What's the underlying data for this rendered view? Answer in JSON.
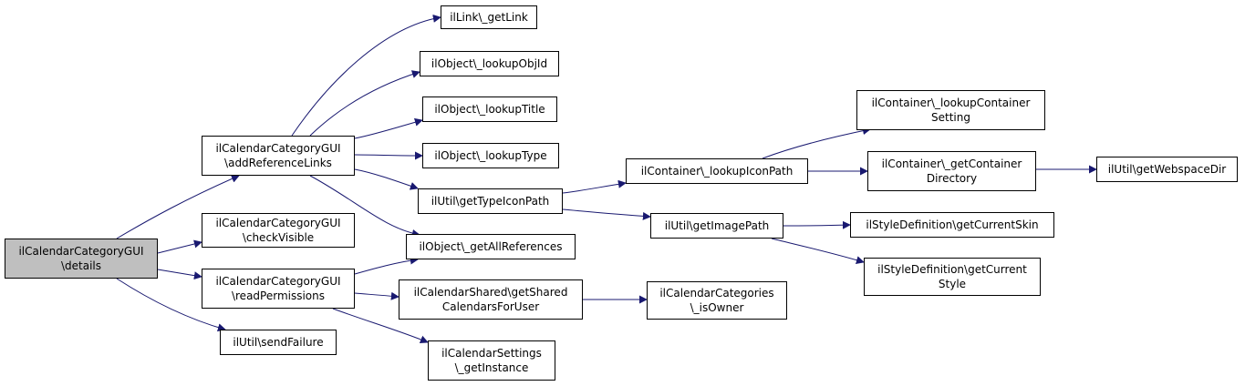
{
  "colors": {
    "edge": "#191970",
    "root_fill": "#bfbfbf",
    "node_fill": "#ffffff",
    "border": "#000000"
  },
  "nodes": {
    "root": [
      "ilCalendarCategoryGUI",
      "\\details"
    ],
    "addReferenceLinks": [
      "ilCalendarCategoryGUI",
      "\\addReferenceLinks"
    ],
    "checkVisible": [
      "ilCalendarCategoryGUI",
      "\\checkVisible"
    ],
    "readPermissions": [
      "ilCalendarCategoryGUI",
      "\\readPermissions"
    ],
    "sendFailure": [
      "ilUtil\\sendFailure"
    ],
    "getLink": [
      "ilLink\\_getLink"
    ],
    "lookupObjId": [
      "ilObject\\_lookupObjId"
    ],
    "lookupTitle": [
      "ilObject\\_lookupTitle"
    ],
    "lookupType": [
      "ilObject\\_lookupType"
    ],
    "getTypeIconPath": [
      "ilUtil\\getTypeIconPath"
    ],
    "getAllReferences": [
      "ilObject\\_getAllReferences"
    ],
    "getSharedCalendarsForUser": [
      "ilCalendarShared\\getShared",
      "CalendarsForUser"
    ],
    "getInstance": [
      "ilCalendarSettings",
      "\\_getInstance"
    ],
    "lookupIconPath": [
      "ilContainer\\_lookupIconPath"
    ],
    "getImagePath": [
      "ilUtil\\getImagePath"
    ],
    "isOwner": [
      "ilCalendarCategories",
      "\\_isOwner"
    ],
    "lookupContainerSetting": [
      "ilContainer\\_lookupContainer",
      "Setting"
    ],
    "getContainerDirectory": [
      "ilContainer\\_getContainer",
      "Directory"
    ],
    "getCurrentSkin": [
      "ilStyleDefinition\\getCurrentSkin"
    ],
    "getCurrentStyle": [
      "ilStyleDefinition\\getCurrent",
      "Style"
    ],
    "getWebspaceDir": [
      "ilUtil\\getWebspaceDir"
    ]
  },
  "edges": [
    [
      "root",
      "addReferenceLinks"
    ],
    [
      "root",
      "checkVisible"
    ],
    [
      "root",
      "readPermissions"
    ],
    [
      "root",
      "sendFailure"
    ],
    [
      "addReferenceLinks",
      "getLink"
    ],
    [
      "addReferenceLinks",
      "lookupObjId"
    ],
    [
      "addReferenceLinks",
      "lookupTitle"
    ],
    [
      "addReferenceLinks",
      "lookupType"
    ],
    [
      "addReferenceLinks",
      "getTypeIconPath"
    ],
    [
      "addReferenceLinks",
      "getAllReferences"
    ],
    [
      "readPermissions",
      "getAllReferences"
    ],
    [
      "readPermissions",
      "getSharedCalendarsForUser"
    ],
    [
      "readPermissions",
      "getInstance"
    ],
    [
      "getTypeIconPath",
      "lookupIconPath"
    ],
    [
      "getTypeIconPath",
      "getImagePath"
    ],
    [
      "getSharedCalendarsForUser",
      "isOwner"
    ],
    [
      "lookupIconPath",
      "lookupContainerSetting"
    ],
    [
      "lookupIconPath",
      "getContainerDirectory"
    ],
    [
      "getImagePath",
      "getCurrentSkin"
    ],
    [
      "getImagePath",
      "getCurrentStyle"
    ],
    [
      "getContainerDirectory",
      "getWebspaceDir"
    ]
  ]
}
